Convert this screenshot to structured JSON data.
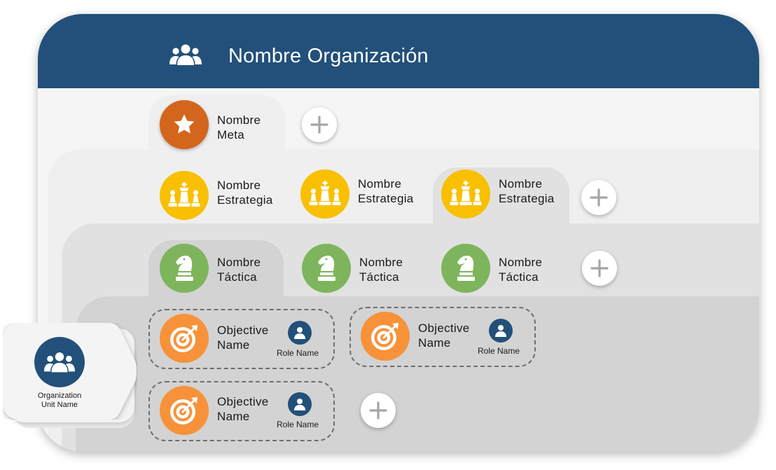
{
  "organization": {
    "title": "Nombre Organización",
    "icon": "people-group-icon"
  },
  "meta": {
    "line1": "Nombre",
    "line2": "Meta",
    "icon": "star-icon",
    "color": "#d3661c"
  },
  "estrategias": [
    {
      "line1": "Nombre",
      "line2": "Estrategia",
      "icon": "chess-pieces-icon"
    },
    {
      "line1": "Nombre",
      "line2": "Estrategia",
      "icon": "chess-pieces-icon"
    },
    {
      "line1": "Nombre",
      "line2": "Estrategia",
      "icon": "chess-pieces-icon"
    }
  ],
  "tacticas": [
    {
      "line1": "Nombre",
      "line2": "Táctica",
      "icon": "chess-knight-icon"
    },
    {
      "line1": "Nombre",
      "line2": "Táctica",
      "icon": "chess-knight-icon"
    },
    {
      "line1": "Nombre",
      "line2": "Táctica",
      "icon": "chess-knight-icon"
    }
  ],
  "objectives": [
    {
      "line1": "Objective",
      "line2": "Name",
      "role": "Role Name",
      "icon": "target-icon"
    },
    {
      "line1": "Objective",
      "line2": "Name",
      "role": "Role Name",
      "icon": "target-icon"
    },
    {
      "line1": "Objective",
      "line2": "Name",
      "role": "Role Name",
      "icon": "target-icon"
    }
  ],
  "unit": {
    "line1": "Organization",
    "line2": "Unit Name",
    "icon": "people-group-icon"
  },
  "colors": {
    "header": "#22507a",
    "meta": "#d3661c",
    "estrategia": "#f8c000",
    "tactica": "#7eb55c",
    "objective": "#f7923a",
    "role": "#22507a"
  }
}
